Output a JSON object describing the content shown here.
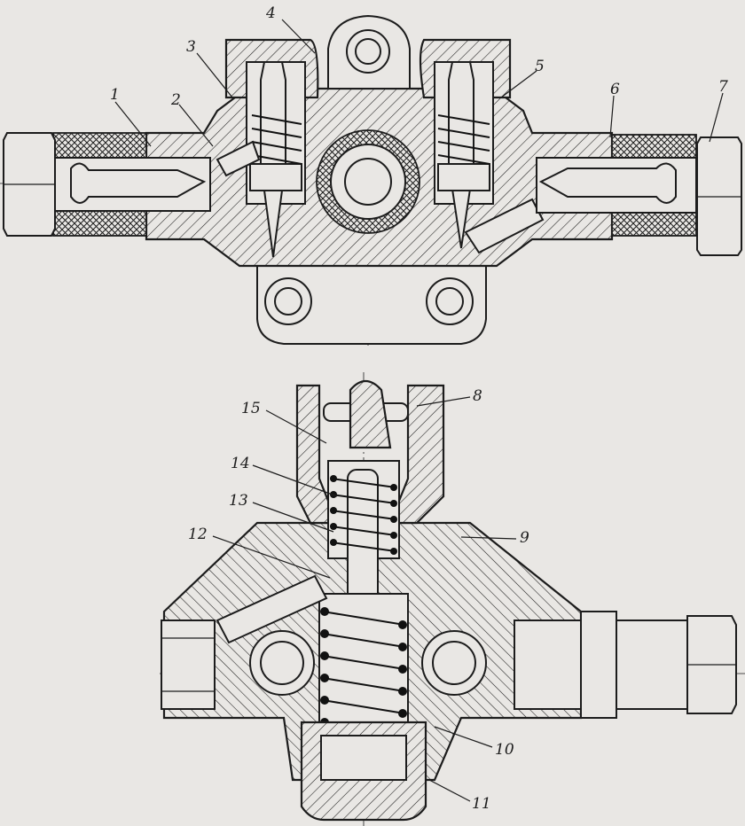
{
  "figure": {
    "top_view_callouts": [
      "1",
      "2",
      "3",
      "4",
      "5",
      "6",
      "7"
    ],
    "bottom_view_callouts": [
      "8",
      "9",
      "10",
      "11",
      "12",
      "13",
      "14",
      "15"
    ]
  },
  "colors": {
    "paper": "#e9e7e4",
    "ink": "#1c1c1c"
  }
}
